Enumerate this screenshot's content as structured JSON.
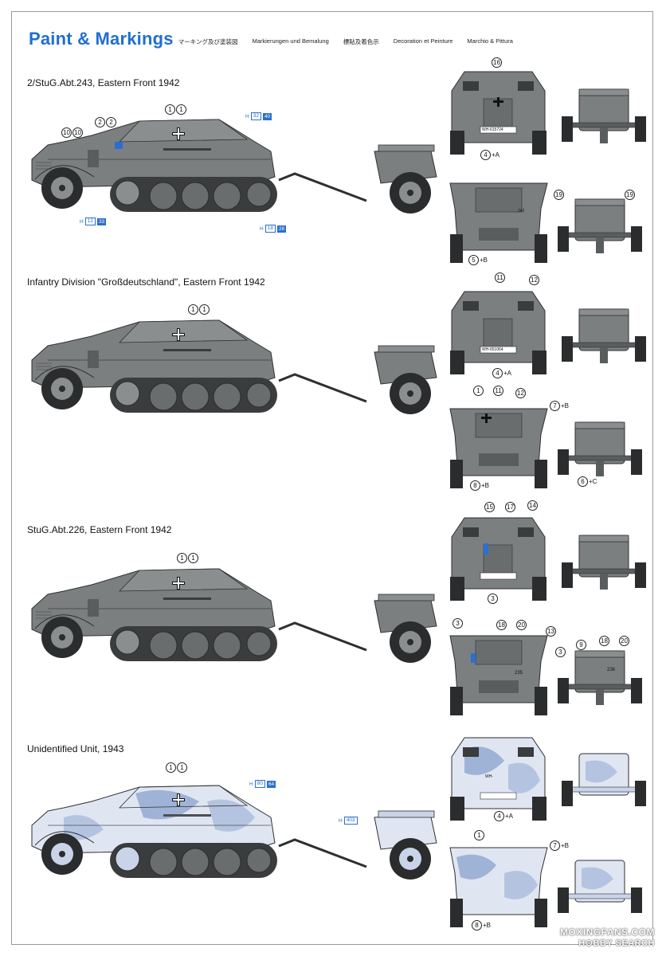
{
  "header": {
    "title": "Paint & Markings",
    "subtitles": [
      "マーキング及び塗装図",
      "Markierungen und Bemalung",
      "標貼及着色示",
      "Decoration et Peinture",
      "Marchio & Pittura"
    ]
  },
  "sections": [
    {
      "title": "2/StuG.Abt.243, Eastern Front 1942",
      "side_callouts": [
        {
          "text": "1",
          "text2": "1"
        },
        {
          "text": "2",
          "text2": "2"
        },
        {
          "text": "10",
          "text2": "10"
        }
      ],
      "hboxes": [
        {
          "h": "H",
          "a": "32",
          "b": "40"
        },
        {
          "h": "H",
          "a": "12",
          "b": "33"
        },
        {
          "h": "H",
          "a": "18",
          "b": "28"
        }
      ],
      "front_callouts": [
        {
          "text": "16"
        },
        {
          "text": "4",
          "suffix": "+A"
        }
      ],
      "rear_callouts": [
        {
          "text": "19"
        },
        {
          "text": "19"
        },
        {
          "text": "5",
          "suffix": "+B"
        }
      ],
      "plate": "WH-615724",
      "rear_text": "242"
    },
    {
      "title": "Infantry Division \"Großdeutschland\", Eastern Front 1942",
      "side_callouts": [
        {
          "text": "1",
          "text2": "1"
        }
      ],
      "front_callouts": [
        {
          "text": "11"
        },
        {
          "text": "12"
        },
        {
          "text": "4",
          "suffix": "+A"
        }
      ],
      "rear_callouts": [
        {
          "text": "1"
        },
        {
          "text": "11"
        },
        {
          "text": "12"
        },
        {
          "text": "7",
          "suffix": "+B"
        },
        {
          "text": "8",
          "suffix": "+B"
        },
        {
          "text": "6",
          "suffix": "+C"
        }
      ],
      "plate": "WH-651064"
    },
    {
      "title": "StuG.Abt.226, Eastern Front 1942",
      "side_callouts": [
        {
          "text": "1",
          "text2": "1"
        }
      ],
      "front_callouts": [
        {
          "text": "15"
        },
        {
          "text": "17"
        },
        {
          "text": "14"
        },
        {
          "text": "3"
        }
      ],
      "rear_callouts": [
        {
          "text": "3"
        },
        {
          "text": "18"
        },
        {
          "text": "20"
        },
        {
          "text": "13"
        },
        {
          "text": "3"
        },
        {
          "text": "9"
        },
        {
          "text": "18"
        },
        {
          "text": "20"
        }
      ],
      "rear_text": "235",
      "trailer_text": "236"
    },
    {
      "title": "Unidentified Unit, 1943",
      "side_callouts": [
        {
          "text": "1",
          "text2": "1"
        }
      ],
      "hboxes": [
        {
          "h": "H",
          "a": "80",
          "b": "64"
        },
        {
          "h": "H",
          "a": "403",
          "b": ""
        }
      ],
      "front_callouts": [
        {
          "text": "4",
          "suffix": "+A"
        }
      ],
      "rear_callouts": [
        {
          "text": "1"
        },
        {
          "text": "7",
          "suffix": "+B"
        },
        {
          "text": "8",
          "suffix": "+B"
        }
      ],
      "plate": "WH-"
    }
  ],
  "watermark": {
    "line1": "MOXINGFANS.COM",
    "line2": "H⊙BBY SEARCH"
  },
  "colors": {
    "grey": "#7c7f80",
    "grey_dark": "#4d5052",
    "camo_white": "#dfe6f2",
    "camo_blue": "#9fb3d6",
    "title_blue": "#1f6fd1"
  }
}
